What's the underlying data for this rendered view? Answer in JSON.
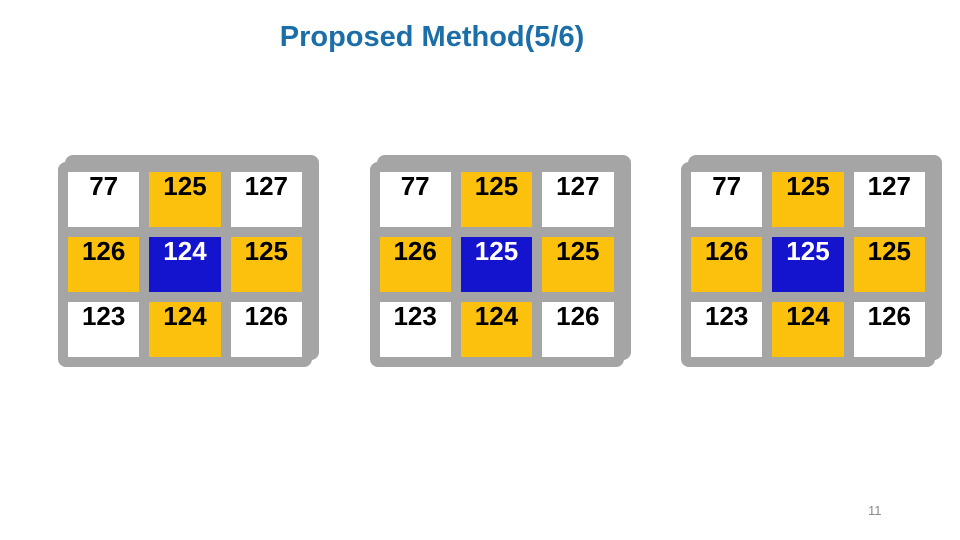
{
  "slide": {
    "title": "Proposed Method(5/6)",
    "page_number": "11"
  },
  "colors": {
    "title_blue": "#1C6EA8",
    "frame_gray": "#A5A5A5",
    "cell_gold": "#FCC10D",
    "cell_blue": "#1414CE",
    "cell_white": "#FFFFFF",
    "text_dark": "#000000",
    "text_light": "#FFFFFF",
    "page_number_gray": "#8C8C8C"
  },
  "grids": [
    {
      "name": "grid-1",
      "rows": 3,
      "cols": 3,
      "cells": [
        {
          "value": "77",
          "fill": "white"
        },
        {
          "value": "125",
          "fill": "gold"
        },
        {
          "value": "127",
          "fill": "white"
        },
        {
          "value": "126",
          "fill": "gold"
        },
        {
          "value": "124",
          "fill": "blue"
        },
        {
          "value": "125",
          "fill": "gold"
        },
        {
          "value": "123",
          "fill": "white"
        },
        {
          "value": "124",
          "fill": "gold"
        },
        {
          "value": "126",
          "fill": "white"
        }
      ]
    },
    {
      "name": "grid-2",
      "rows": 3,
      "cols": 3,
      "cells": [
        {
          "value": "77",
          "fill": "white"
        },
        {
          "value": "125",
          "fill": "gold"
        },
        {
          "value": "127",
          "fill": "white"
        },
        {
          "value": "126",
          "fill": "gold"
        },
        {
          "value": "125",
          "fill": "blue"
        },
        {
          "value": "125",
          "fill": "gold"
        },
        {
          "value": "123",
          "fill": "white"
        },
        {
          "value": "124",
          "fill": "gold"
        },
        {
          "value": "126",
          "fill": "white"
        }
      ]
    },
    {
      "name": "grid-3",
      "rows": 3,
      "cols": 3,
      "cells": [
        {
          "value": "77",
          "fill": "white"
        },
        {
          "value": "125",
          "fill": "gold"
        },
        {
          "value": "127",
          "fill": "white"
        },
        {
          "value": "126",
          "fill": "gold"
        },
        {
          "value": "125",
          "fill": "blue"
        },
        {
          "value": "125",
          "fill": "gold"
        },
        {
          "value": "123",
          "fill": "white"
        },
        {
          "value": "124",
          "fill": "gold"
        },
        {
          "value": "126",
          "fill": "white"
        }
      ]
    }
  ]
}
